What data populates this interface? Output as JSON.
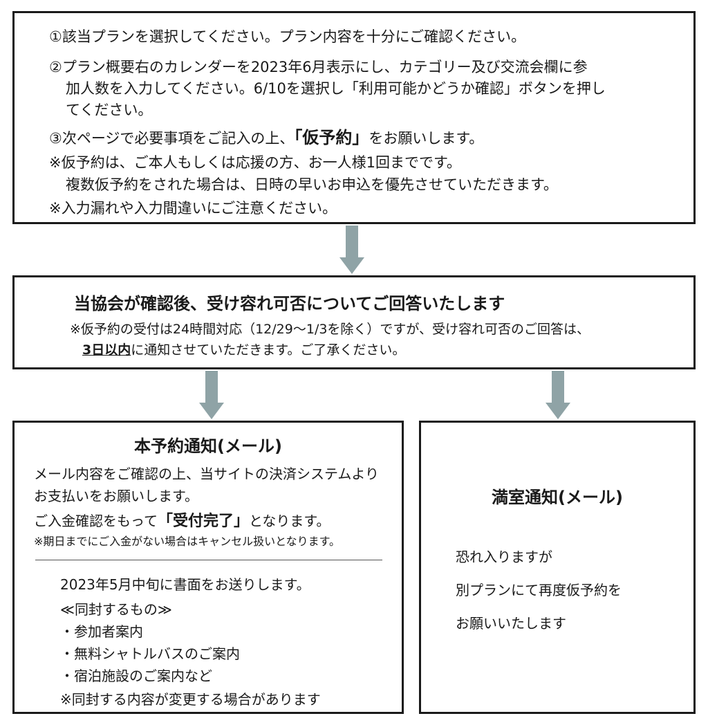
{
  "box1": {
    "step1": "①該当プランを選択してください。プラン内容を十分にご確認ください。",
    "step2_line1": "②プラン概要右のカレンダーを2023年6月表示にし、カテゴリー及び交流会欄に参",
    "step2_line2": "加人数を入力してください。6/10を選択し「利用可能かどうか確認」ボタンを押し",
    "step2_line3": "てください。",
    "step3_pre": "③次ページで必要事項をご記入の上、",
    "step3_bold": "「仮予約」",
    "step3_post": "をお願いします。",
    "note1_line1": "※仮予約は、ご本人もしくは応援の方、お一人様1回までです。",
    "note1_line2": "複数仮予約をされた場合は、日時の早いお申込を優先させていただきます。",
    "note2": "※入力漏れや入力間違いにご注意ください。"
  },
  "box2": {
    "heading": "当協会が確認後、受け容れ可否についてご回答いたします",
    "note_line1": "※仮予約の受付は24時間対応（12/29〜1/3を除く）ですが、受け容れ可否のご回答は、",
    "note_bold": "3日以内",
    "note_line2_rest": "に通知させていただきます。ご了承ください。"
  },
  "box3": {
    "heading": "本予約通知(メール)",
    "line1": "メール内容をご確認の上、当サイトの決済システムより",
    "line2": "お支払いをお願いします。",
    "line3_pre": "ご入金確認をもって",
    "line3_bold": "「受付完了」",
    "line3_post": "となります。",
    "line4": "※期日までにご入金がない場合はキャンセル扱いとなります。",
    "line5": "2023年5月中旬に書面をお送りします。",
    "line6": "≪同封するもの≫",
    "item1": "・参加者案内",
    "item2": "・無料シャトルバスのご案内",
    "item3": "・宿泊施設のご案内など",
    "line7": "※同封する内容が変更する場合があります"
  },
  "box4": {
    "heading": "満室通知(メール)",
    "line1": "恐れ入りますが",
    "line2": "別プランにて再度仮予約を",
    "line3": "お願いいたします"
  },
  "colors": {
    "arrow": "#8fa3a6",
    "border": "#1a1a1a"
  }
}
